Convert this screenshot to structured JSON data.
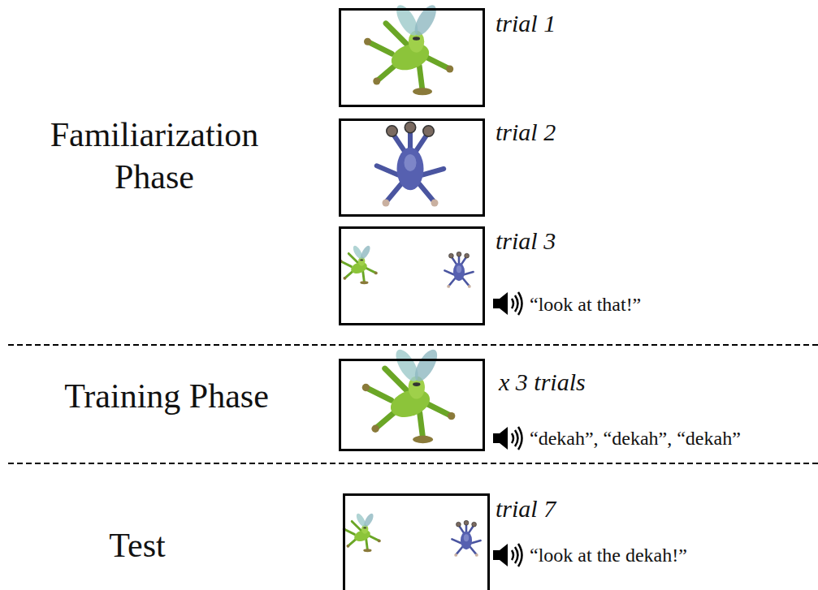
{
  "diagram": {
    "nodes": [
      {
        "text": [
          "trial 1"
        ]
      },
      {
        "text": [
          "trial 2"
        ]
      },
      {
        "text": [
          "trial 3",
          "“look at that!”"
        ]
      },
      {
        "text": [
          "x 3 trials",
          "“dekah”, “dekah”, “dekah”"
        ]
      },
      {
        "text": [
          "trial 7",
          "“look at the dekah!”"
        ]
      }
    ],
    "labels": [
      "Familiarization Phase",
      "Training Phase",
      "Test"
    ]
  }
}
